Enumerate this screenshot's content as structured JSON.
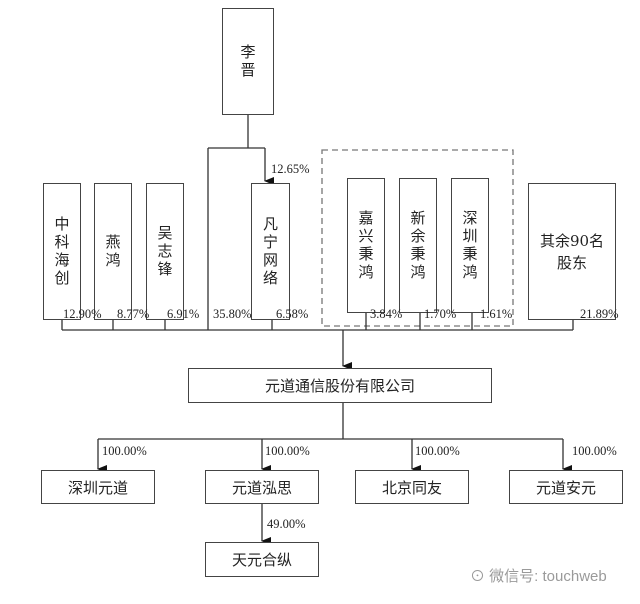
{
  "top_holder": "李晋",
  "li_jin_to_fanning_pct": "12.65%",
  "shareholders": [
    {
      "name": "中科海创",
      "pct": "12.90%"
    },
    {
      "name": "燕鸿",
      "pct": "8.77%"
    },
    {
      "name": "吴志锋",
      "pct": "6.91%"
    },
    {
      "name": "李晋",
      "pct": "35.80%"
    },
    {
      "name": "凡宁网络",
      "pct": "6.58%"
    },
    {
      "name": "嘉兴秉鸿",
      "pct": "3.84%"
    },
    {
      "name": "新余秉鸿",
      "pct": "1.70%"
    },
    {
      "name": "深圳秉鸿",
      "pct": "1.61%"
    },
    {
      "name": "其余90名股东",
      "pct": "21.89%"
    }
  ],
  "company": "元道通信股份有限公司",
  "subsidiaries": [
    {
      "name": "深圳元道",
      "pct": "100.00%"
    },
    {
      "name": "元道泓思",
      "pct": "100.00%"
    },
    {
      "name": "北京同友",
      "pct": "100.00%"
    },
    {
      "name": "元道安元",
      "pct": "100.00%"
    }
  ],
  "sub_sub": {
    "name": "天元合纵",
    "pct": "49.00%"
  },
  "watermark": "微信号: touchweb"
}
